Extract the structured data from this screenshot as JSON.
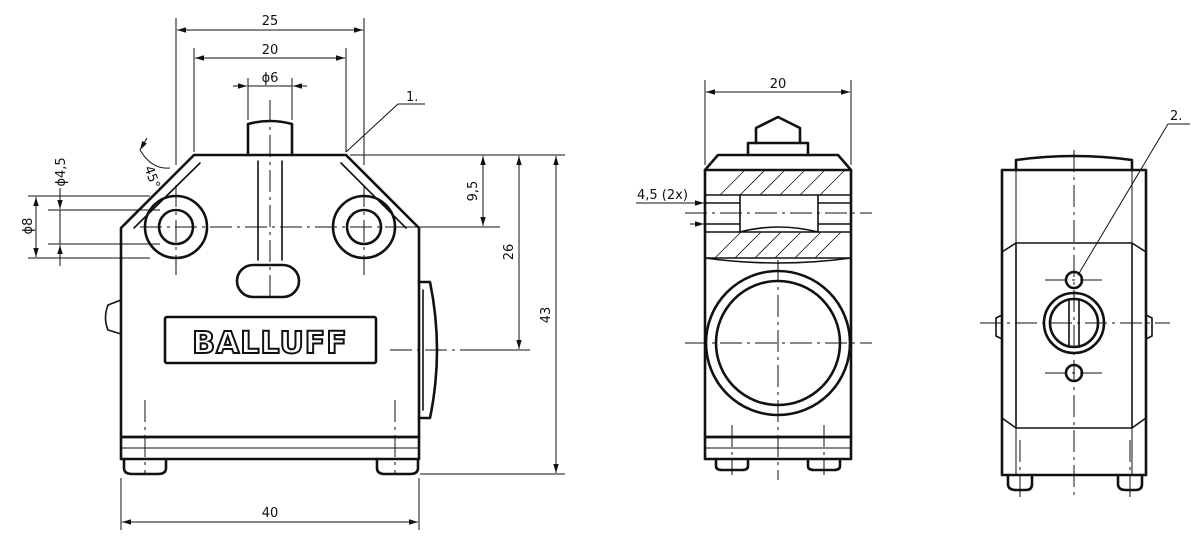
{
  "brand": {
    "logo_text": "BALLUFF"
  },
  "dimensions": {
    "front_width_top": "25",
    "front_width_inner": "20",
    "plunger_diameter": "ϕ6",
    "hole_diameter": "ϕ4,5",
    "boss_diameter": "ϕ8",
    "chamfer_angle": "45°",
    "hole_height": "9,5",
    "axis_height": "26",
    "total_height": "43",
    "base_width": "40",
    "side_width": "20",
    "side_hole": "4,5 (2x)"
  },
  "callouts": {
    "callout_1": "1.",
    "callout_2": "2."
  }
}
